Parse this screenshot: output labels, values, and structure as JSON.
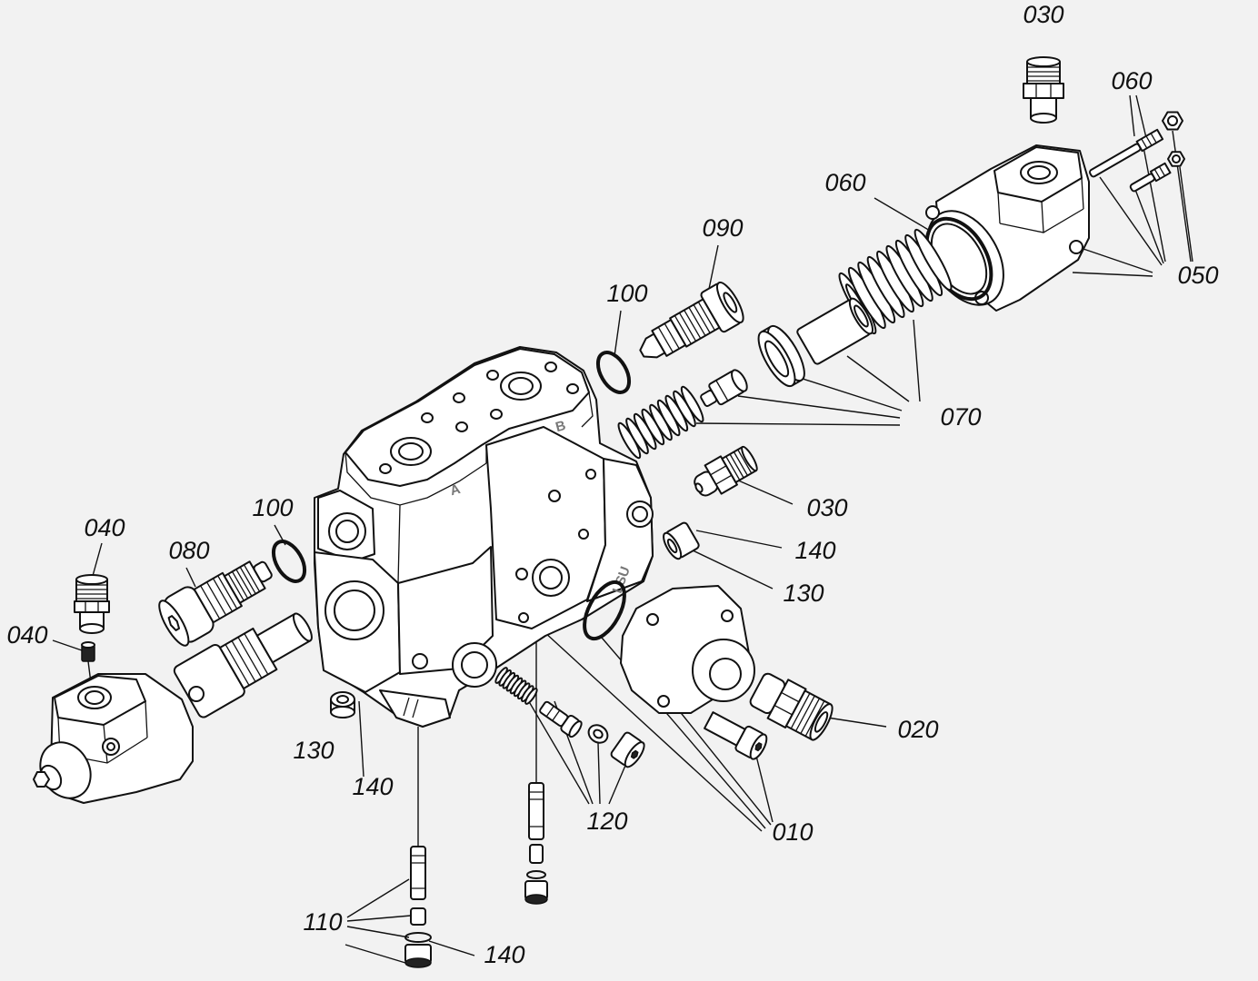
{
  "callouts": [
    {
      "label": "030"
    },
    {
      "label": "060"
    },
    {
      "label": "060"
    },
    {
      "label": "090"
    },
    {
      "label": "100"
    },
    {
      "label": "050"
    },
    {
      "label": "070"
    },
    {
      "label": "030"
    },
    {
      "label": "140"
    },
    {
      "label": "130"
    },
    {
      "label": "100"
    },
    {
      "label": "040"
    },
    {
      "label": "080"
    },
    {
      "label": "040"
    },
    {
      "label": "020"
    },
    {
      "label": "010"
    },
    {
      "label": "130"
    },
    {
      "label": "140"
    },
    {
      "label": "120"
    },
    {
      "label": "110"
    },
    {
      "label": "140"
    }
  ],
  "body_markings": {
    "port_a": "A",
    "port_b": "B",
    "ls_port": "LSU"
  },
  "colors": {
    "background": "#f2f2f2",
    "line": "#111111",
    "part_fill": "#ffffff"
  }
}
